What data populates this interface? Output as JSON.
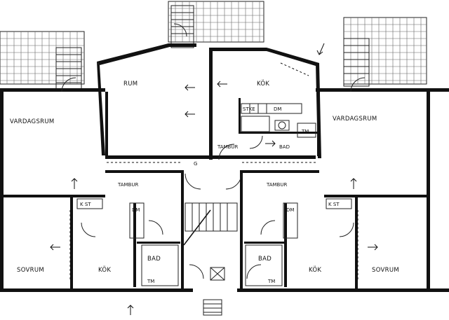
{
  "rooms": {
    "rum": "RUM",
    "kok_top": "KÖK",
    "vardagsrum_left": "VARDAGSRUM",
    "vardagsrum_right": "VARDAGSRUM",
    "tambur_top": "TAMBUR",
    "bad_top": "BAD",
    "tambur_left": "TAMBUR",
    "tambur_right": "TAMBUR",
    "sovrum_left": "SOVRUM",
    "sovrum_right": "SOVRUM",
    "kok_left": "KÖK",
    "kok_right": "KÖK",
    "bad_left": "BAD",
    "bad_right": "BAD"
  },
  "fixtures": {
    "tm_top": "TM",
    "tm_left": "TM",
    "tm_right": "TM",
    "dm_left": "DM",
    "dm_right": "DM",
    "stke_top": "STKE",
    "dm_top": "DM",
    "kst_left": "K ST",
    "kst_right": "K ST",
    "g_mid": "G"
  },
  "colors": {
    "ink": "#111111",
    "paper": "#ffffff"
  }
}
